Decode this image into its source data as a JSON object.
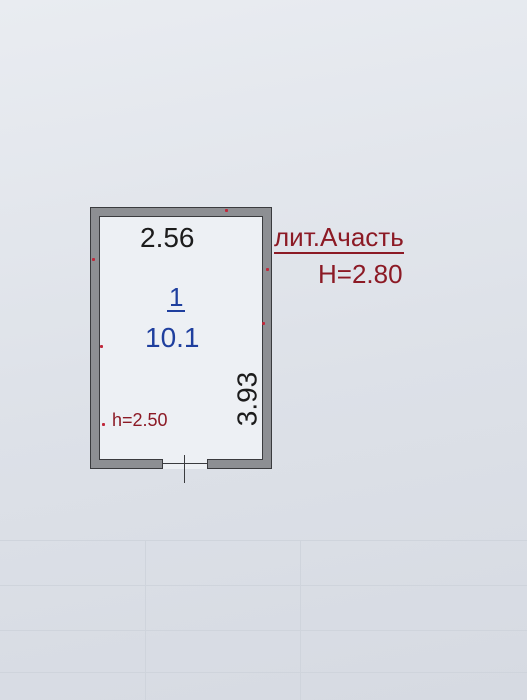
{
  "floor_plan": {
    "room_width_label": "2.56",
    "room_length_label": "3.93",
    "room_number": "1",
    "room_area": "10.1",
    "room_ceiling_height": "h=2.50",
    "building_label": "лит.Ачасть",
    "building_height": "H=2.80"
  },
  "colors": {
    "room_text": "#1f3f9e",
    "label_text": "#8c1a25",
    "dimension_text": "#1c1c1c",
    "wall_fill": "#8d8f93"
  }
}
